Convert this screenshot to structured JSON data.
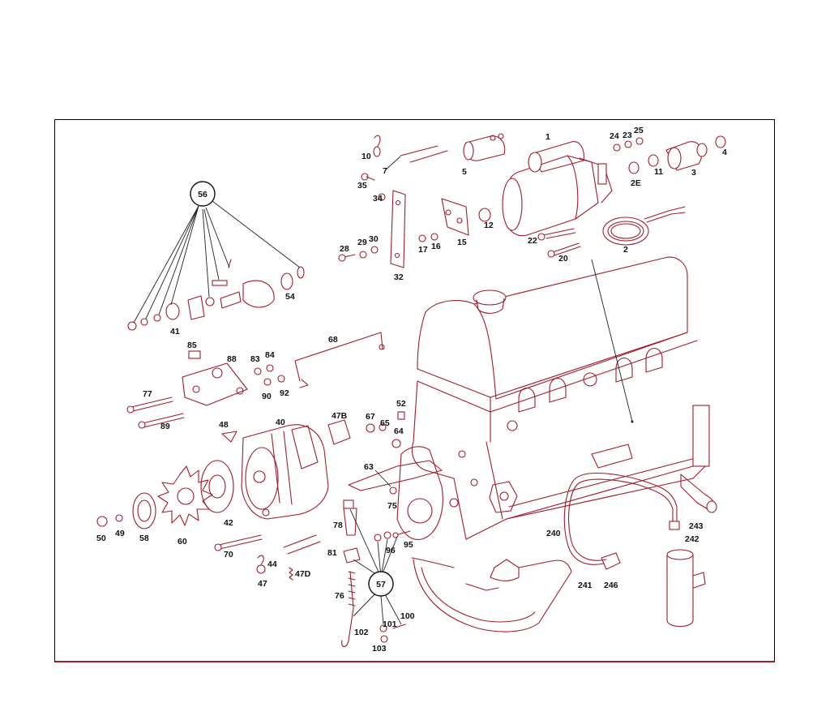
{
  "diagram": {
    "hub_labels": {
      "h56": "56",
      "h57": "57"
    },
    "labels": {
      "l1": "1",
      "l2": "2",
      "l2E": "2E",
      "l3": "3",
      "l4": "4",
      "l5": "5",
      "l7": "7",
      "l10": "10",
      "l11": "11",
      "l12": "12",
      "l15": "15",
      "l16": "16",
      "l17": "17",
      "l20": "20",
      "l22": "22",
      "l23": "23",
      "l24": "24",
      "l25": "25",
      "l28": "28",
      "l29": "29",
      "l30": "30",
      "l32": "32",
      "l34": "34",
      "l35": "35",
      "l40": "40",
      "l41": "41",
      "l42": "42",
      "l44": "44",
      "l47": "47",
      "l47B": "47B",
      "l47D": "47D",
      "l48": "48",
      "l49": "49",
      "l50": "50",
      "l52": "52",
      "l54": "54",
      "l58": "58",
      "l60": "60",
      "l63": "63",
      "l64": "64",
      "l65": "65",
      "l67": "67",
      "l68": "68",
      "l70": "70",
      "l75": "75",
      "l76": "76",
      "l77": "77",
      "l78": "78",
      "l81": "81",
      "l83": "83",
      "l84": "84",
      "l85": "85",
      "l88": "88",
      "l89": "89",
      "l90": "90",
      "l92": "92",
      "l95": "95",
      "l96": "96",
      "l100": "100",
      "l101": "101",
      "l102": "102",
      "l103": "103",
      "l240": "240",
      "l241": "241",
      "l242": "242",
      "l243": "243",
      "l246": "246"
    },
    "colors": {
      "frame": "#000000",
      "line_art": "#a01c2c",
      "text": "#111111",
      "background": "#ffffff"
    }
  }
}
